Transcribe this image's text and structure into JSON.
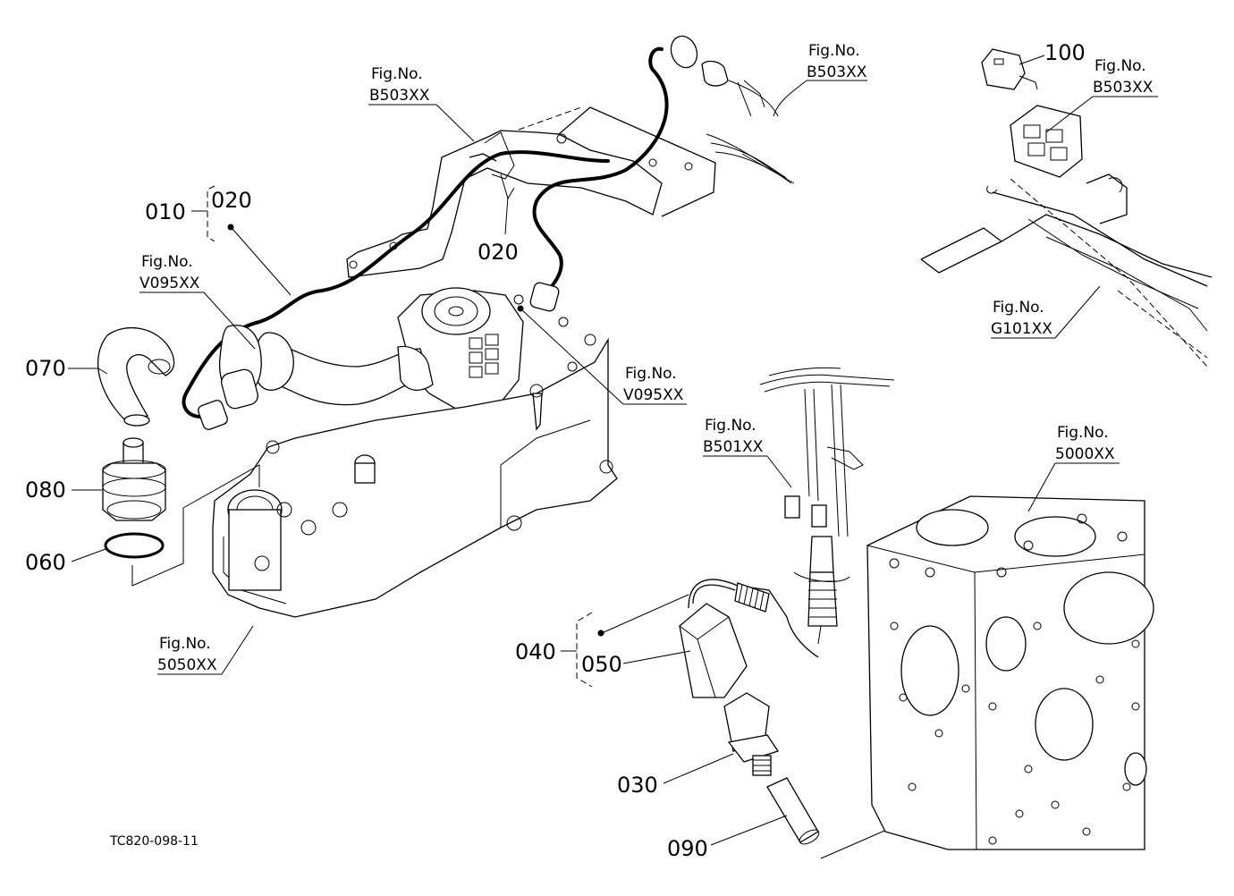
{
  "drawing_code": "TC820-098-11",
  "parts": {
    "p010": "010",
    "p020a": "020",
    "p020b": "020",
    "p030": "030",
    "p040": "040",
    "p050": "050",
    "p060": "060",
    "p070": "070",
    "p080": "080",
    "p090": "090",
    "p100": "100"
  },
  "refs": {
    "r1": {
      "label": "Fig.No.",
      "code": "B503XX"
    },
    "r2": {
      "label": "Fig.No.",
      "code": "B503XX"
    },
    "r3": {
      "label": "Fig.No.",
      "code": "B503XX"
    },
    "r4": {
      "label": "Fig.No.",
      "code": "V095XX"
    },
    "r5": {
      "label": "Fig.No.",
      "code": "V095XX"
    },
    "r6": {
      "label": "Fig.No.",
      "code": "G101XX"
    },
    "r7": {
      "label": "Fig.No.",
      "code": "B501XX"
    },
    "r8": {
      "label": "Fig.No.",
      "code": "5000XX"
    },
    "r9": {
      "label": "Fig.No.",
      "code": "5050XX"
    }
  }
}
